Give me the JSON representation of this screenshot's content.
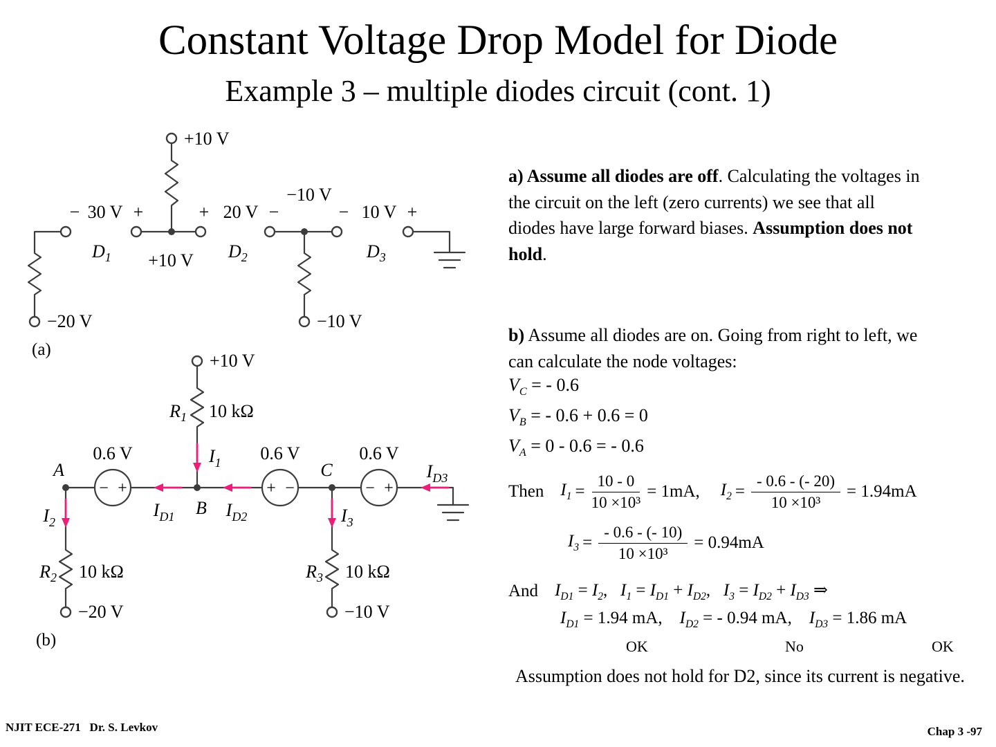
{
  "colors": {
    "wire": "#3c3c3c",
    "arrow": "#ed1e79"
  },
  "slide": {
    "title": "Constant Voltage Drop Model for Diode",
    "subtitle": "Example 3 – multiple diodes circuit (cont. 1)",
    "footer_left": "NJIT ECE-271   Dr. S. Levkov",
    "footer_right": "Chap 3 -97"
  },
  "circuit_a": {
    "caption": "(a)",
    "supply_top": "+10 V",
    "node_mid": "+10 V",
    "node_right": "−10 V",
    "terminal_left": "−20 V",
    "terminal_mid": "−10 V",
    "d1": {
      "minus": "−",
      "value": "30 V",
      "plus": "+",
      "base": "D",
      "sub": "1"
    },
    "d2": {
      "plus": "+",
      "value": "20 V",
      "minus": "−",
      "base": "D",
      "sub": "2"
    },
    "d3": {
      "minus": "−",
      "value": "10 V",
      "plus": "+",
      "base": "D",
      "sub": "3"
    }
  },
  "circuit_b": {
    "caption": "(b)",
    "supply_top": "+10 V",
    "node_a": "A",
    "node_b": "B",
    "node_c": "C",
    "r1": {
      "base": "R",
      "sub": "1",
      "value": "10 kΩ"
    },
    "r2": {
      "base": "R",
      "sub": "2",
      "value": "10 kΩ"
    },
    "r3": {
      "base": "R",
      "sub": "3",
      "value": "10 kΩ"
    },
    "i1": {
      "base": "I",
      "sub": "1"
    },
    "i2": {
      "base": "I",
      "sub": "2"
    },
    "i3": {
      "base": "I",
      "sub": "3"
    },
    "id1": {
      "base": "I",
      "sub": "D1"
    },
    "id2": {
      "base": "I",
      "sub": "D2"
    },
    "id3": {
      "base": "I",
      "sub": "D3"
    },
    "src1": {
      "value": "0.6 V",
      "left": "−",
      "right": "+"
    },
    "src2": {
      "value": "0.6 V",
      "left": "+",
      "right": "−"
    },
    "src3": {
      "value": "0.6 V",
      "left": "−",
      "right": "+"
    },
    "terminal_left": "−20 V",
    "terminal_mid": "−10 V"
  },
  "text": {
    "para_a": {
      "bold1": "a) Assume all diodes are off",
      "body1": ". Calculating the voltages in the circuit on the left (zero currents) we see that all diodes have large forward biases. ",
      "bold2": "Assumption does not hold",
      "tail": "."
    },
    "para_b": {
      "bold": "b)",
      "body": " Assume all diodes are on. Going from right to left, we can calculate the node voltages:"
    },
    "v_lines": [
      [
        {
          "t": "V",
          "s": "C"
        },
        {
          "t": " = - 0.6"
        }
      ],
      [
        {
          "t": "V",
          "s": "B"
        },
        {
          "t": " = - 0.6 + 0.6 = 0"
        }
      ],
      [
        {
          "t": "V",
          "s": "A"
        },
        {
          "t": " = 0 - 0.6 = - 0.6"
        }
      ]
    ],
    "then_label": "Then",
    "and_label": "And",
    "eq1": {
      "base": "I",
      "sub": "1",
      "eq": "=",
      "num": "10 - 0",
      "den": "10 ×10³",
      "result": "= 1mA,"
    },
    "eq2": {
      "base": "I",
      "sub": "2",
      "eq": "=",
      "num": "- 0.6 - (- 20)",
      "den": "10 ×10³",
      "result": "= 1.94mA"
    },
    "eq3": {
      "base": "I",
      "sub": "3",
      "eq": "=",
      "num": "- 0.6 - (- 10)",
      "den": "10 ×10³",
      "result": "= 0.94mA"
    },
    "and_tokens": [
      {
        "t": "I",
        "s": "D1"
      },
      {
        "t": " = "
      },
      {
        "t": "I",
        "s": "2"
      },
      {
        "t": ",   "
      },
      {
        "t": "I",
        "s": "1"
      },
      {
        "t": " = "
      },
      {
        "t": "I",
        "s": "D1"
      },
      {
        "t": " + "
      },
      {
        "t": "I",
        "s": "D2"
      },
      {
        "t": ",   "
      },
      {
        "t": "I",
        "s": "3"
      },
      {
        "t": " = "
      },
      {
        "t": "I",
        "s": "D2"
      },
      {
        "t": " + "
      },
      {
        "t": "I",
        "s": "D3"
      },
      {
        "t": " ⇒"
      }
    ],
    "result_tokens": [
      {
        "t": "I",
        "s": "D1"
      },
      {
        "t": " = 1.94 mA,    "
      },
      {
        "t": "I",
        "s": "D2"
      },
      {
        "t": " = - 0.94 mA,    "
      },
      {
        "t": "I",
        "s": "D3"
      },
      {
        "t": " = 1.86 mA"
      }
    ],
    "verdicts": [
      "OK",
      "No",
      "OK"
    ],
    "closing": "Assumption does not hold for D2, since its current is negative."
  }
}
